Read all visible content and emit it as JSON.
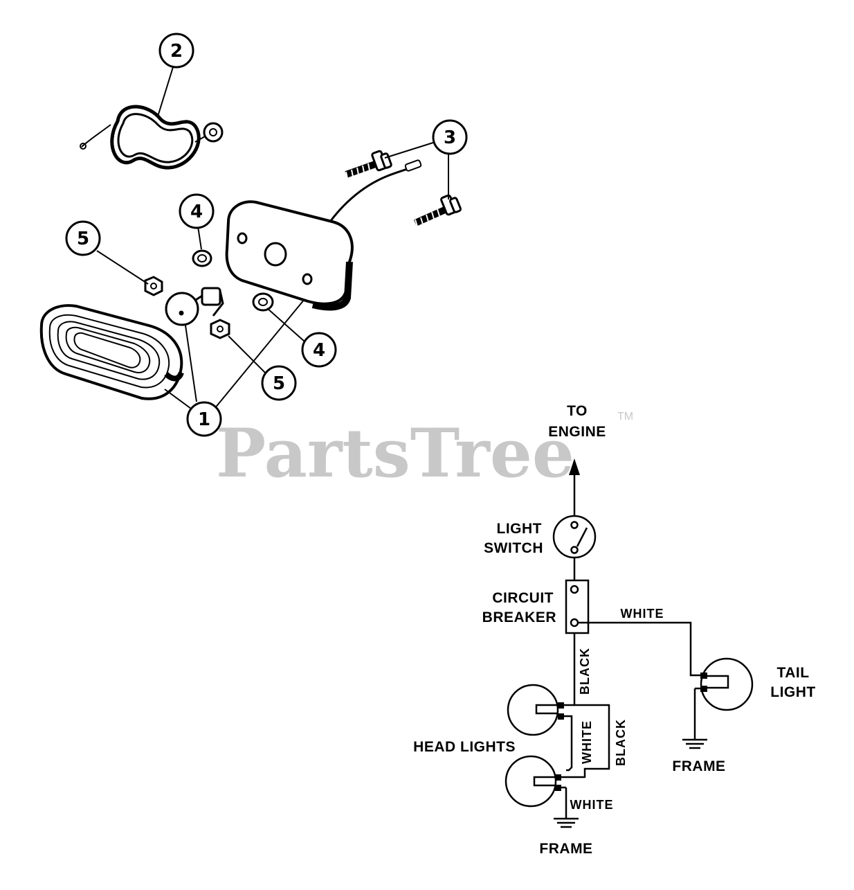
{
  "watermark": {
    "text": "PartsTree",
    "tm": "TM"
  },
  "callouts": [
    "1",
    "2",
    "3",
    "4",
    "5"
  ],
  "labels": {
    "to": "TO",
    "engine": "ENGINE",
    "light": "LIGHT",
    "switch": "SWITCH",
    "circuit": "CIRCUIT",
    "breaker": "BREAKER",
    "tail": "TAIL",
    "tail_light": "LIGHT",
    "head_lights": "HEAD LIGHTS",
    "frame": "FRAME"
  },
  "wires": {
    "white": "WHITE",
    "black": "BLACK"
  },
  "colors": {
    "ink": "#000000",
    "watermark": "#c8c8c8",
    "background": "#ffffff"
  }
}
